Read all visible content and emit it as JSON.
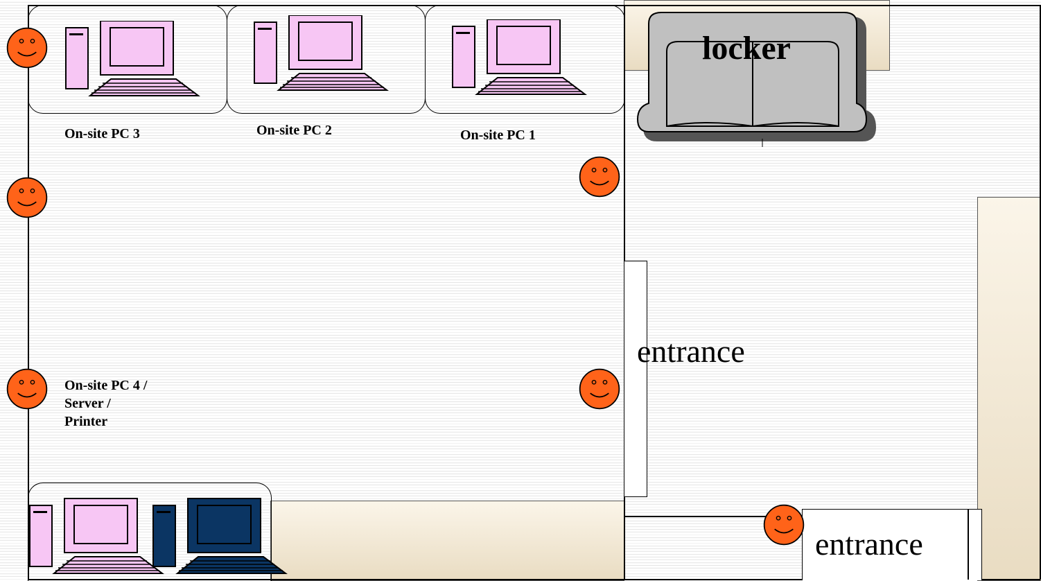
{
  "labels": {
    "pc3": "On-site PC 3",
    "pc2": "On-site PC 2",
    "pc1": "On-site PC 1",
    "pc4_line1": "On-site PC 4 /",
    "pc4_line2": "Server /",
    "pc4_line3": "Printer",
    "locker": "locker",
    "entrance_side": "entrance",
    "entrance_bottom": "entrance"
  },
  "icons": {
    "pc": "desktop-computer-icon",
    "server": "server-computer-icon",
    "person": "smiley-face-icon",
    "locker": "sofa-shaped-locker-icon"
  },
  "colors": {
    "pc_pink": "#f7c6f4",
    "server_navy": "#0b3563",
    "face_orange": "#ff6319",
    "locker_gray": "#c0c0c0",
    "beige": "#f3eadb"
  }
}
